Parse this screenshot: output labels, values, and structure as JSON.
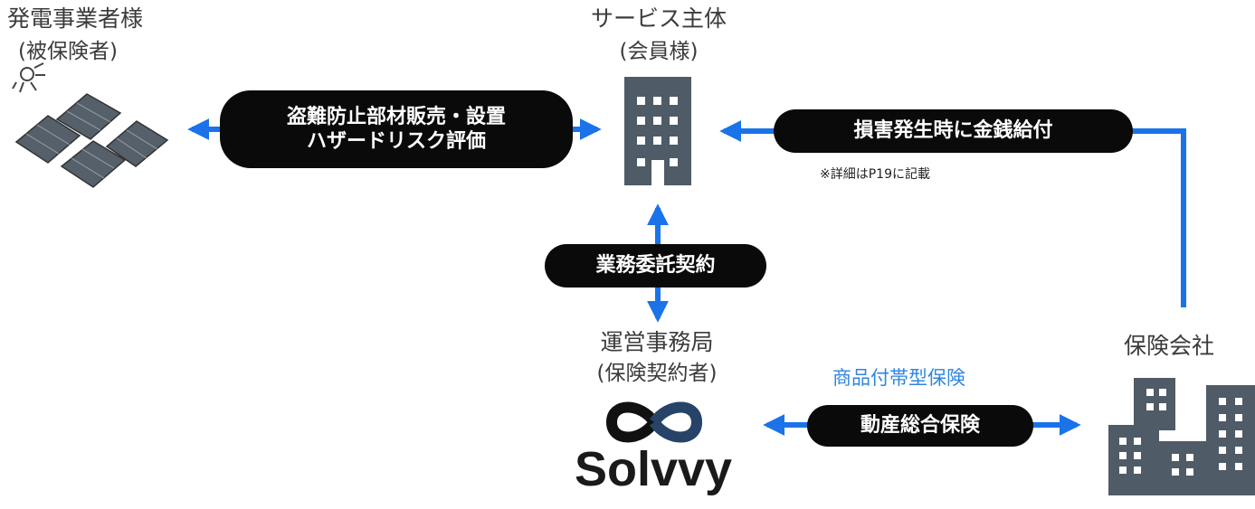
{
  "nodes": {
    "generator": {
      "title": "発電事業者様",
      "subtitle": "(被保険者)"
    },
    "service": {
      "title": "サービス主体",
      "subtitle": "(会員様)"
    },
    "office": {
      "title": "運営事務局",
      "subtitle": "(保険契約者)"
    },
    "insurer": {
      "title": "保険会社"
    }
  },
  "labels": {
    "theft_line1": "盗難防止部材販売・設置",
    "theft_line2": "ハザードリスク評価",
    "payment": "損害発生時に金銭給付",
    "payment_note": "※詳細はP19に記載",
    "outsourcing": "業務委託契約",
    "product_type": "商品付帯型保険",
    "movable_insurance": "動産総合保険"
  },
  "logo": {
    "text": "Solvvy"
  },
  "colors": {
    "arrow": "#1a73e8",
    "pill": "#0a0a0a",
    "building": "#4f5b66",
    "panel": "#56606a"
  }
}
